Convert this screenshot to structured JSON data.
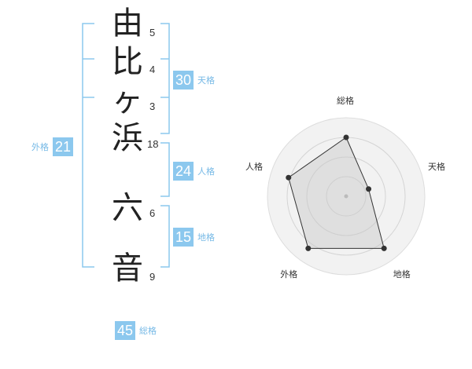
{
  "name_chars": [
    {
      "char": "由",
      "strokes": "5"
    },
    {
      "char": "比",
      "strokes": "4"
    },
    {
      "char": "ヶ",
      "strokes": "3"
    },
    {
      "char": "浜",
      "strokes": "18"
    },
    {
      "char": "六",
      "strokes": "6"
    },
    {
      "char": "音",
      "strokes": "9"
    }
  ],
  "fortunes": {
    "tenkaku": {
      "value": "30",
      "label": "天格"
    },
    "jinkaku": {
      "value": "24",
      "label": "人格"
    },
    "chikaku": {
      "value": "15",
      "label": "地格"
    },
    "gaikaku": {
      "value": "21",
      "label": "外格"
    },
    "soukaku": {
      "value": "45",
      "label": "総格"
    }
  },
  "colors": {
    "accent": "#8cc8ee",
    "accent_text": "#76b9e6",
    "bracket": "#8cc8ee"
  },
  "radar": {
    "axes": [
      "総格",
      "天格",
      "地格",
      "外格",
      "人格"
    ],
    "values": [
      0.75,
      0.3,
      0.82,
      0.82,
      0.77
    ],
    "rings": 4
  }
}
